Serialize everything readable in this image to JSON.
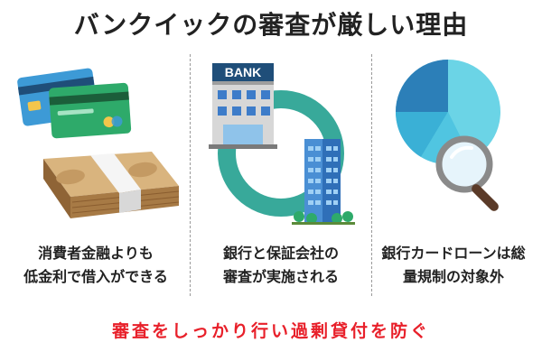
{
  "title": "バンクイックの審査が厳しい理由",
  "columns": [
    {
      "icon": "cash-and-cards-icon",
      "caption_lines": [
        "消費者金融よりも",
        "低金利で借入ができる"
      ]
    },
    {
      "icon": "bank-guarantee-icon",
      "bank_sign": "BANK",
      "caption_lines": [
        "銀行と保証会社の",
        "審査が実施される"
      ]
    },
    {
      "icon": "pie-chart-magnifier-icon",
      "caption_lines": [
        "銀行カードローンは総",
        "量規制の対象外"
      ]
    }
  ],
  "bottom_text": "審査をしっかり行い過剰貸付を防ぐ",
  "colors": {
    "bottom_text": "#e8202a",
    "card_blue": "#3d9ad6",
    "card_green": "#2eaa6a",
    "ring_teal": "#38a99a",
    "pie_dark": "#2c7fb8",
    "pie_light": "#6bd4e6",
    "money_brown": "#b68a57"
  }
}
